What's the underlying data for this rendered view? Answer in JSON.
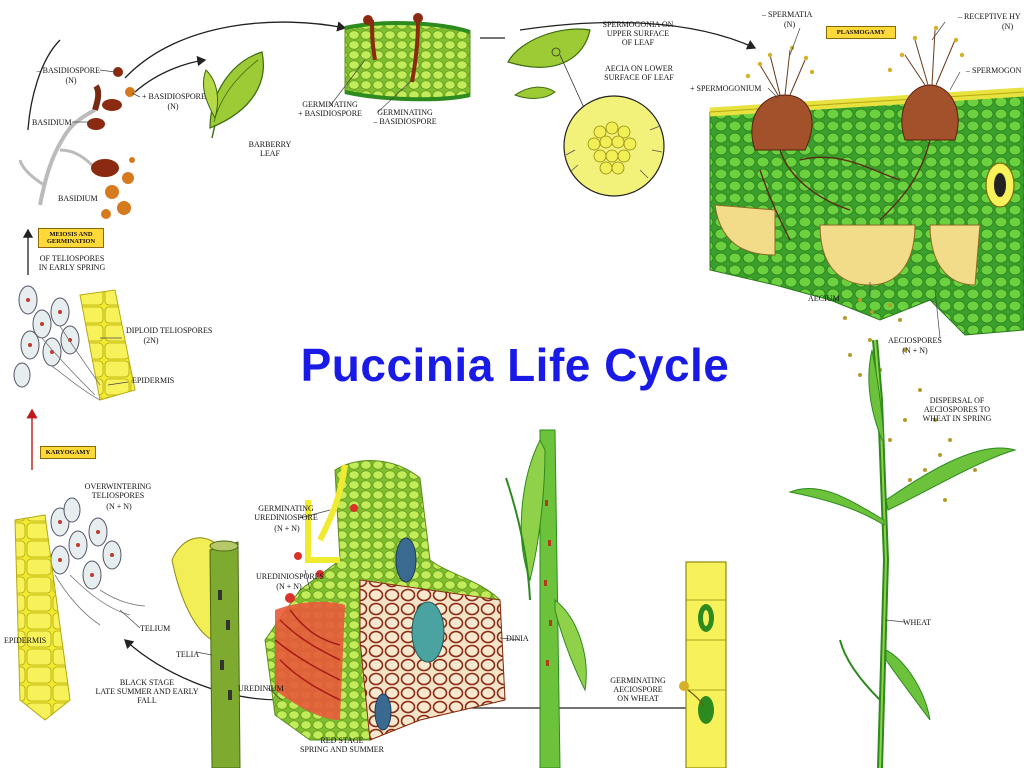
{
  "title": "Puccinia Life Cycle",
  "labels": {
    "basidiospore_top": "– BASIDIOSPORE",
    "basidiospore_top_n": "(n)",
    "basidium_1": "BASIDIUM",
    "basidiospore_mid": "+ BASIDIOSPORE",
    "basidiospore_mid_n": "(n)",
    "barberry_leaf": "BARBERRY\nLEAF",
    "germ_plus": "GERMINATING\n+ BASIDIOSPORE",
    "germ_minus": "GERMINATING\n– BASIDIOSPORE",
    "basidium_2": "BASIDIUM",
    "meiosis_box": "MEIOSIS AND\nGERMINATION",
    "teliospores_spring": "OF TELIOSPORES\nIN EARLY SPRING",
    "spermogonia": "SPERMOGONIA ON\nUPPER SURFACE\nOF LEAF",
    "aecia_lower": "AECIA ON LOWER\nSURFACE OF LEAF",
    "spermatia": "– SPERMATIA",
    "spermatia_n": "(n)",
    "plasmogamy": "PLASMOGAMY",
    "receptive": "– RECEPTIVE HY",
    "receptive_n": "(n)",
    "plus_spermogonium": "+ SPERMOGONIUM",
    "minus_spermogon": "– SPERMOGON",
    "diploid_teliospores": "DIPLOID TELIOSPORES",
    "diploid_2n": "(2n)",
    "epidermis_1": "EPIDERMIS",
    "aecium": "AECIUM",
    "aeciospores": "AECIOSPORES",
    "aeciospores_n": "(n + n)",
    "karyogamy": "KARYOGAMY",
    "dispersal": "DISPERSAL OF\nAECIOSPORES TO\nWHEAT IN SPRING",
    "overwintering": "OVERWINTERING\nTELIOSPORES",
    "overwintering_n": "(n + n)",
    "germ_uredinio": "GERMINATING\nUREDINIOSPORE",
    "germ_uredinio_n": "(n + n)",
    "urediniospores": "UREDINIOSPORES",
    "urediniospores_n": "(n + n)",
    "dinia": "DINIA",
    "wheat": "WHEAT",
    "telium": "TELIUM",
    "epidermis_2": "EPIDERMIS",
    "telia": "TELIA",
    "black_stage": "BLACK STAGE\nLATE SUMMER AND EARLY\nFALL",
    "uredinium": "UREDINIUM",
    "germ_aecio": "GERMINATING\nAECIOSPORE\nON WHEAT",
    "red_stage": "RED STAGE\nSPRING AND SUMMER"
  },
  "colors": {
    "title": "#1a1ae6",
    "leaf_green": "#a6d83a",
    "cell_green": "#5ec23a",
    "dark_green": "#2d8a1f",
    "yellow": "#f4ee44",
    "rust": "#a33b1a",
    "red": "#d8322a",
    "teal": "#4aa3a0",
    "box_yellow": "#ffd83a"
  }
}
